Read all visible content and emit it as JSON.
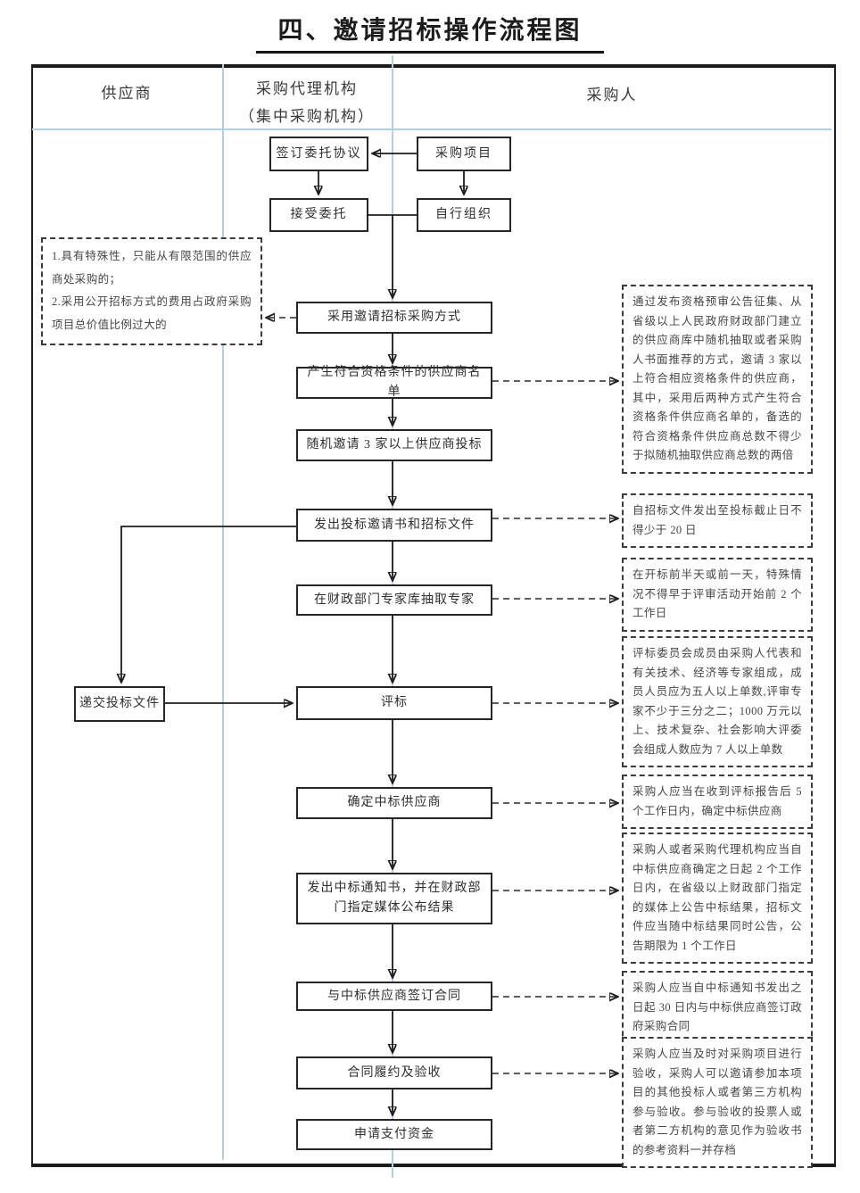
{
  "title": "四、邀请招标操作流程图",
  "columns": {
    "supplier": "供应商",
    "agency_line1": "采购代理机构",
    "agency_line2": "（集中采购机构）",
    "purchaser": "采购人"
  },
  "flow": {
    "sign_agreement": "签订委托协议",
    "procurement_project": "采购项目",
    "accept_entrustment": "接受委托",
    "self_organize": "自行组织",
    "adopt_method": "采用邀请招标采购方式",
    "generate_list": "产生符合资格条件的供应商名单",
    "random_invite": "随机邀请 3 家以上供应商投标",
    "issue_invitation": "发出投标邀请书和招标文件",
    "extract_experts": "在财政部门专家库抽取专家",
    "submit_bid": "递交投标文件",
    "evaluation": "评标",
    "determine_winner": "确定中标供应商",
    "issue_notice": "发出中标通知书，并在财政部门指定媒体公布结果",
    "sign_contract": "与中标供应商签订合同",
    "performance_acceptance": "合同履约及验收",
    "apply_payment": "申请支付资金"
  },
  "notes": {
    "left_item1": "1.具有特殊性，只能从有限范围的供应商处采购的；",
    "left_item2": "2.采用公开招标方式的费用占政府采购项目总价值比例过大的",
    "qualification": "通过发布资格预审公告征集、从省级以上人民政府财政部门建立的供应商库中随机抽取或者采购人书面推荐的方式，邀请 3 家以上符合相应资格条件的供应商，其中，采用后两种方式产生符合资格条件供应商名单的，备选的符合资格条件供应商总数不得少于拟随机抽取供应商总数的两倍",
    "deadline_20": "自招标文件发出至投标截止日不得少于 20 日",
    "expert_timing": "在开标前半天或前一天，特殊情况不得早于评审活动开始前 2 个工作日",
    "committee": "评标委员会成员由采购人代表和有关技术、经济等专家组成，成员人员应为五人以上单数,评审专家不少于三分之二；1000 万元以上、技术复杂、社会影响大评委会组成人数应为 7 人以上单数",
    "determine_5days": "采购人应当在收到评标报告后 5 个工作日内，确定中标供应商",
    "announce_result": "采购人或者采购代理机构应当自中标供应商确定之日起 2 个工作日内，在省级以上财政部门指定的媒体上公告中标结果，招标文件应当随中标结果同时公告，公告期限为 1 个工作日",
    "contract_30days": "采购人应当自中标通知书发出之日起 30 日内与中标供应商签订政府采购合同",
    "acceptance": "采购人应当及时对采购项目进行验收，采购人可以邀请参加本项目的其他投标人或者第三方机构参与验收。参与验收的投票人或者第二方机构的意见作为验收书的参考资料一并存档"
  },
  "colors": {
    "grid_blue": "#b5cfdf",
    "line_black": "#1e1e1e",
    "background": "#fefefe"
  }
}
